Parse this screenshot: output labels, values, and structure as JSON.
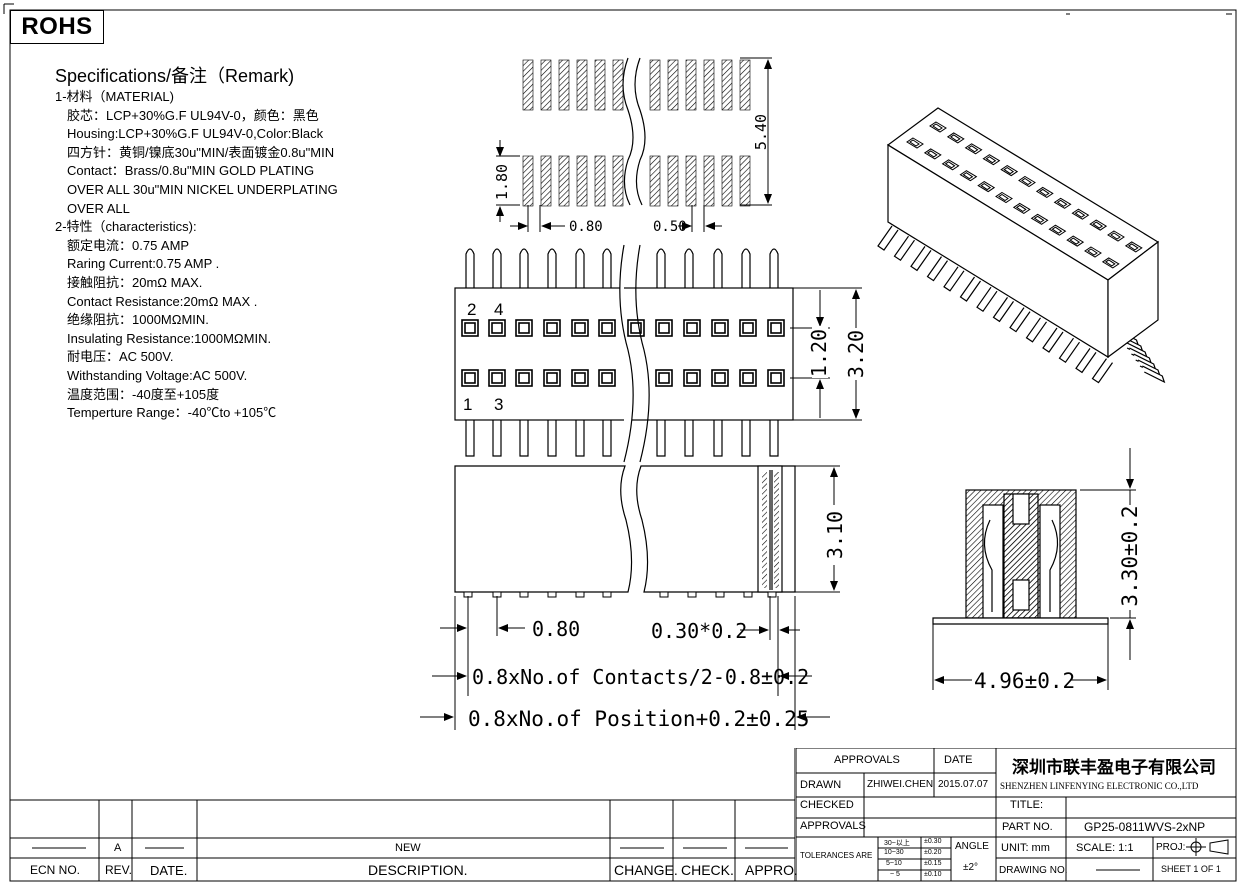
{
  "rohs_label": "ROHS",
  "specs": {
    "title": "Specifications/备注（Remark)",
    "material_heading": "1-材料（MATERIAL)",
    "material_lines": [
      "胶芯：LCP+30%G.F UL94V-0，颜色：黑色",
      " Housing:LCP+30%G.F UL94V-0,Color:Black",
      "四方针：黄铜/镍底30u\"MIN/表面镀金0.8u\"MIN",
      "Contact：Brass/0.8u\"MIN GOLD PLATING",
      "OVER ALL 30u\"MIN NICKEL UNDERPLATING",
      "OVER ALL"
    ],
    "char_heading": "2-特性（characteristics):",
    "char_lines": [
      "额定电流：0.75 AMP",
      "Raring Current:0.75 AMP .",
      "接触阻抗：20mΩ MAX.",
      "Contact Resistance:20mΩ MAX .",
      "绝缘阻抗：1000MΩMIN.",
      "Insulating Resistance:1000MΩMIN.",
      "耐电压：AC 500V.",
      "Withstanding Voltage:AC 500V.",
      "温度范围：-40度至+105度",
      "Temperture Range：-40℃to +105℃"
    ]
  },
  "dims": {
    "d540": "5.40",
    "d180": "1.80",
    "d080_top": "0.80",
    "d050": "0.50",
    "d120": "1.20",
    "d320": "3.20",
    "d310": "3.10",
    "d080_bottom": "0.80",
    "d030": "0.30*0.2",
    "d_contacts": "0.8xNo.of Contacts/2-0.8±0.2",
    "d_position": "0.8xNo.of Position+0.2±0.25",
    "d330": "3.30±0.2",
    "d496": "4.96±0.2",
    "pin2": "2",
    "pin4": "4",
    "pin1": "1",
    "pin3": "3"
  },
  "titleblock": {
    "approvals_hdr": "APPROVALS",
    "date_hdr": "DATE",
    "company_cn": "深圳市联丰盈电子有限公司",
    "company_en": "SHENZHEN LINFENYING ELECTRONIC CO.,LTD",
    "drawn": "DRAWN",
    "drawn_by": "ZHIWEI.CHEN",
    "drawn_date": "2015.07.07",
    "checked": "CHECKED",
    "title_label": "TITLE:",
    "approvals": "APPROVALS",
    "part_no_label": "PART NO.",
    "part_no": "GP25-0811WVS-2xNP",
    "tolerances": "TOLERANCES ARE",
    "tol_ranges": [
      "30~以上",
      "10~30",
      "5~10",
      "~ 5"
    ],
    "tol_values": [
      "±0.30",
      "±0.20",
      "±0.15",
      "±0.10"
    ],
    "angle": "ANGLE",
    "angle_val": "±2°",
    "unit": "UNIT:  mm",
    "scale": "SCALE:   1:1",
    "proj": "PROJ:",
    "drawing_no": "DRAWING NO.",
    "sheet": "SHEET   1  OF  1"
  },
  "revision": {
    "rev_a": "A",
    "new": "NEW",
    "headers": [
      "ECN  NO.",
      "REV.",
      "DATE.",
      "DESCRIPTION.",
      "CHANGE.",
      "CHECK.",
      "APPRO."
    ]
  }
}
